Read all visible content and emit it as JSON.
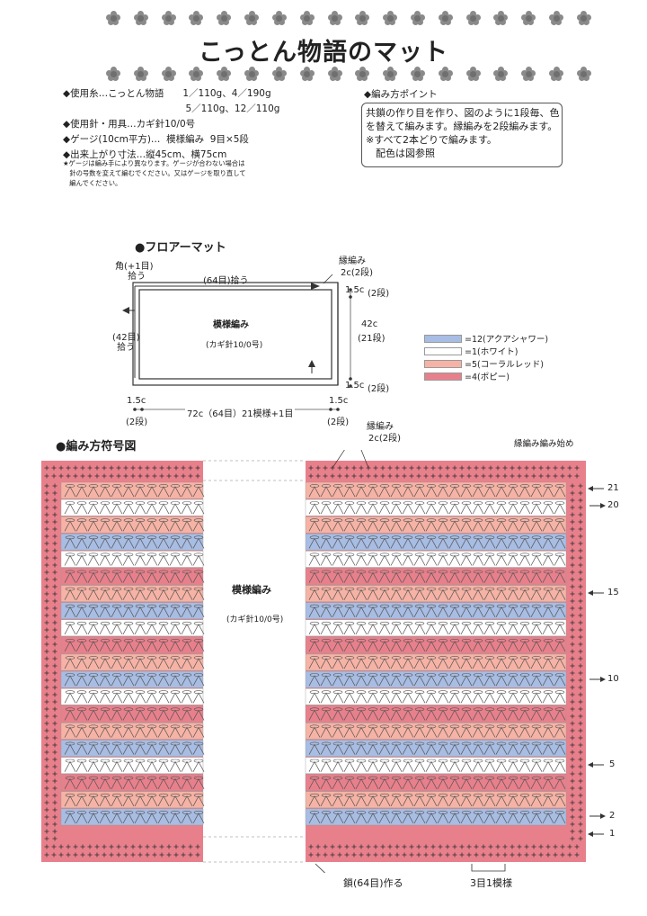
{
  "header": {
    "title": "こっとん物語のマット"
  },
  "materials": [
    "◆使用糸…こっとん物語　　1／110g、4／190g",
    "　　　　　　　　　　　　　5／110g、12／110g",
    "◆使用針・用具…カギ針10/0号",
    "◆ゲージ(10cm平方)…  模様編み  9目×5段",
    "◆出来上がり寸法…縦45cm、横75cm"
  ],
  "gauge_note": [
    "★ゲージは編み手により異なります。ゲージが合わない場合は",
    "　針の号数を変えて編むでください。又はゲージを取り直して",
    "　編んでください。"
  ],
  "points": {
    "title": "◆編み方ポイント",
    "lines": [
      "共鎖の作り目を作り、図のように1段毎、色",
      "を替えて編みます。縁編みを2段編みます。",
      "※すべて2本どりで編みます。",
      "　配色は図参照"
    ]
  },
  "floor_mat": {
    "title": "●フロアーマット",
    "corner": "角(+1目)",
    "corner2": "拾う",
    "top_pick": "(64目)拾う",
    "left_pick": "(42目)",
    "left_pick2": "拾う",
    "border": "縁編み",
    "border_size": "2c(2段)",
    "center": "模様編み",
    "center_sub": "(カギ針10/0号)",
    "right_top": "1.5c",
    "right_top_rows": "(2段)",
    "height": "42c",
    "height_rows": "(21段)",
    "right_bottom": "1.5c",
    "right_bottom_rows": "(2段)",
    "left_bottom": "1.5c",
    "left_bottom_rows": "(2段)",
    "width": "72c（64目）21模様+1目",
    "bottom_right": "1.5c",
    "bottom_right_rows": "(2段)"
  },
  "legend": [
    {
      "color": "#a8bde3",
      "label": "=12(アクアシャワー)"
    },
    {
      "color": "#ffffff",
      "label": "=1(ホワイト)"
    },
    {
      "color": "#f6b3a5",
      "label": "=5(コーラルレッド)"
    },
    {
      "color": "#e8808c",
      "label": "=4(ポピー)"
    }
  ],
  "chart": {
    "title": "●編み方符号図",
    "border": "縁編み",
    "border_size": "2c(2段)",
    "start": "縁編み編み始め",
    "center": "模様編み",
    "center_sub": "(カギ針10/0号)",
    "chain": "鎖(64目)作る",
    "repeat": "3目1模様",
    "row_labels": [
      "21",
      "20",
      "15",
      "10",
      "5",
      "2",
      "1"
    ],
    "stripe_colors": [
      "#f6b3a5",
      "#ffffff",
      "#f6b3a5",
      "#a8bde3",
      "#ffffff",
      "#e8808c",
      "#f6b3a5",
      "#a8bde3",
      "#ffffff",
      "#e8808c",
      "#f6b3a5",
      "#a8bde3",
      "#ffffff",
      "#e8808c",
      "#f6b3a5",
      "#a8bde3",
      "#ffffff",
      "#e8808c",
      "#f6b3a5",
      "#a8bde3"
    ],
    "edge_color": "#e8808c"
  }
}
